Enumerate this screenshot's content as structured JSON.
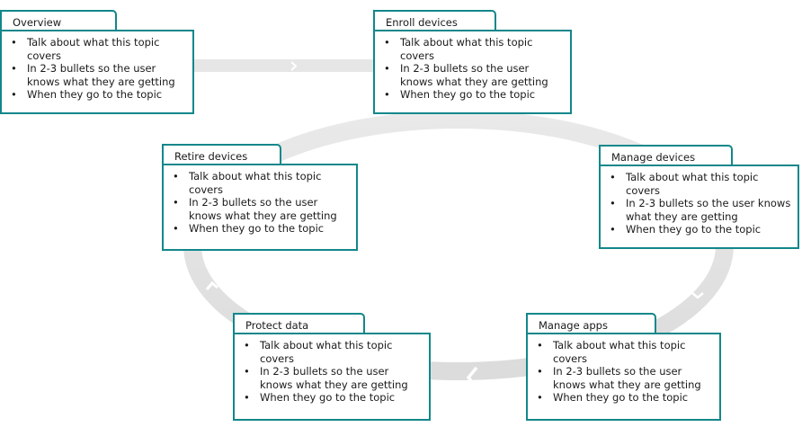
{
  "colors": {
    "accent": "#12878a",
    "ring": "#e3e3e3",
    "arrow": "#ffffff"
  },
  "nodes": [
    {
      "title": "Overview",
      "bullets": [
        "Talk about what this topic covers",
        "In 2-3 bullets so the user knows what they are getting",
        "When they go to the topic"
      ]
    },
    {
      "title": "Enroll devices",
      "bullets": [
        "Talk about what this topic covers",
        "In 2-3 bullets so the user knows what they are getting",
        "When they go to the topic"
      ]
    },
    {
      "title": "Manage devices",
      "bullets": [
        "Talk about what this topic covers",
        "In 2-3 bullets so the user knows what they are getting",
        "When they go to the topic"
      ]
    },
    {
      "title": "Manage apps",
      "bullets": [
        "Talk about what this topic covers",
        "In 2-3 bullets so the user knows what they are getting",
        "When they go to the topic"
      ]
    },
    {
      "title": "Protect data",
      "bullets": [
        "Talk about what this topic covers",
        "In 2-3 bullets so the user knows what they are getting",
        "When they go to the topic"
      ]
    },
    {
      "title": "Retire devices",
      "bullets": [
        "Talk about what this topic covers",
        "In 2-3 bullets so the user knows what they are getting",
        "When they go to the topic"
      ]
    }
  ]
}
